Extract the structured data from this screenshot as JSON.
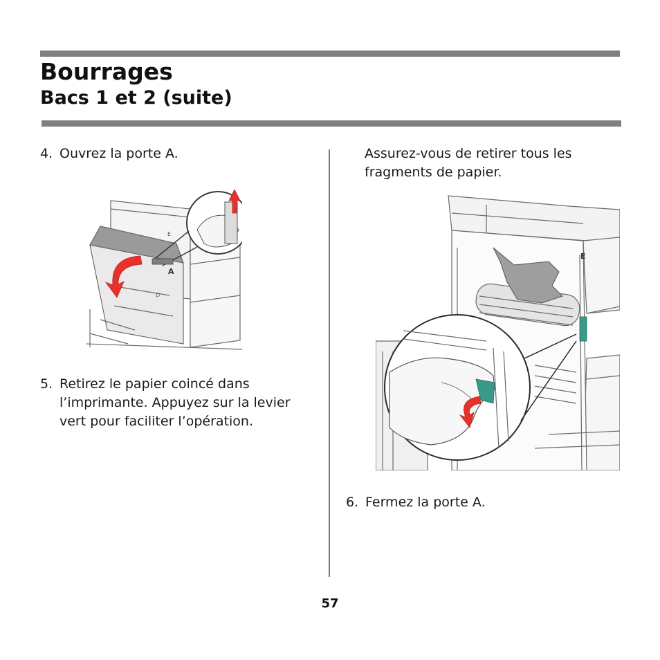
{
  "header": {
    "title": "Bourrages",
    "subtitle": "Bacs 1 et 2 (suite)"
  },
  "left_column": {
    "step4": {
      "number": "4.",
      "text": "Ouvrez la porte A."
    },
    "step5": {
      "number": "5.",
      "line1": "Retirez le papier coincé dans",
      "line2": "l’imprimante. Appuyez sur la levier",
      "line3": "vert pour faciliter l’opération."
    },
    "figure1": {
      "door_label": "A",
      "callout_label": "A",
      "panel_label": "E",
      "small_label": "D"
    }
  },
  "right_column": {
    "note": {
      "line1": "Assurez-vous de retirer tous les",
      "line2": "fragments de papier."
    },
    "figure2": {
      "panel_label": "E"
    },
    "step6": {
      "number": "6.",
      "text": "Fermez la porte A."
    }
  },
  "footer": {
    "page_number": "57"
  },
  "colors": {
    "rule": "#808080",
    "arrow_red": "#e8312b",
    "lever_green": "#3a9a8a"
  }
}
